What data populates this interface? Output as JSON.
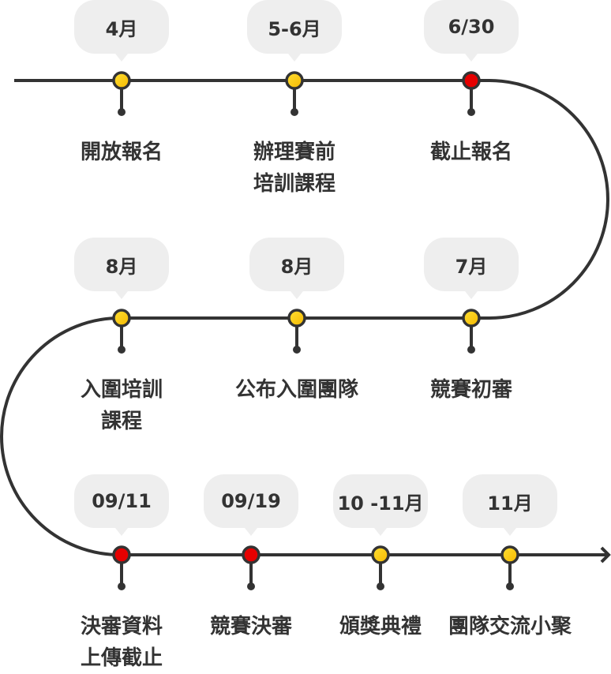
{
  "colors": {
    "line": "#333333",
    "bubble_bg": "#eeeeee",
    "milestone_normal": "#ffcc00",
    "milestone_deadline": "#e60000",
    "text": "#333333"
  },
  "rows": [
    {
      "direction": "left-to-right",
      "events": [
        {
          "date": "4月",
          "label": "開放報名",
          "type": "normal"
        },
        {
          "date": "5-6月",
          "label": "辦理賽前\n培訓課程",
          "type": "normal"
        },
        {
          "date": "6/30",
          "label": "截止報名",
          "type": "deadline"
        }
      ]
    },
    {
      "direction": "right-to-left",
      "events": [
        {
          "date": "8月",
          "label": "入圍培訓\n課程",
          "type": "normal"
        },
        {
          "date": "8月",
          "label": "公布入圍團隊",
          "type": "normal"
        },
        {
          "date": "7月",
          "label": "競賽初審",
          "type": "normal"
        }
      ]
    },
    {
      "direction": "left-to-right",
      "events": [
        {
          "date": "09/11",
          "label": "決審資料\n上傳截止",
          "type": "deadline"
        },
        {
          "date": "09/19",
          "label": "競賽決審",
          "type": "deadline"
        },
        {
          "date": "10 -11月",
          "label": "頒獎典禮",
          "type": "normal"
        },
        {
          "date": "11月",
          "label": "團隊交流小聚",
          "type": "normal"
        }
      ]
    }
  ],
  "end_marker": "arrow-right-icon"
}
